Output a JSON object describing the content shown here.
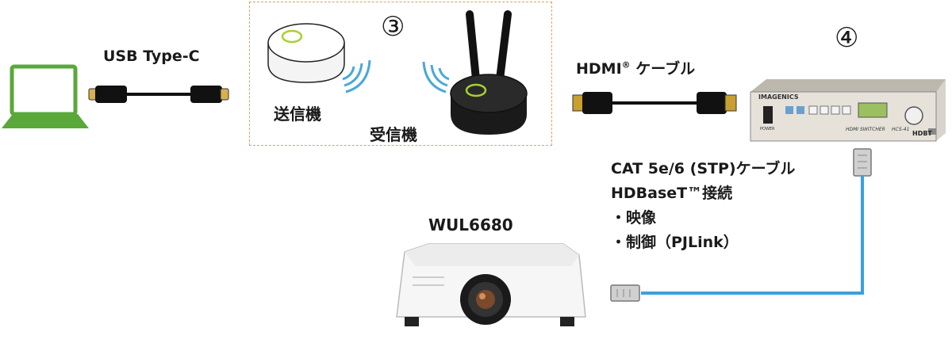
{
  "labels": {
    "usb": "USB Type-C",
    "hdmi_main": "HDMI",
    "hdmi_reg": "®",
    "hdmi_tail": " ケーブル",
    "transmitter": "送信機",
    "receiver": "受信機",
    "step3": "③",
    "step4": "④",
    "projector": "WUL6680",
    "cat_lines": [
      "CAT 5e/6 (STP)ケーブル",
      "HDBaseT™接続",
      "・映像",
      "・制御（PJLink）"
    ]
  },
  "switcher": {
    "brand": "IMAGENICS",
    "model_text": "HDMI SWITCHER",
    "model_no": "HCS-41",
    "logo": "HDBT",
    "power_label": "POWER"
  },
  "colors": {
    "laptop": "#5aa83a",
    "cable_blue": "#3aa0e0",
    "dash_orange": "#e0a060",
    "wave_blue": "#4aa8d8",
    "ring_green": "#a8d030"
  }
}
